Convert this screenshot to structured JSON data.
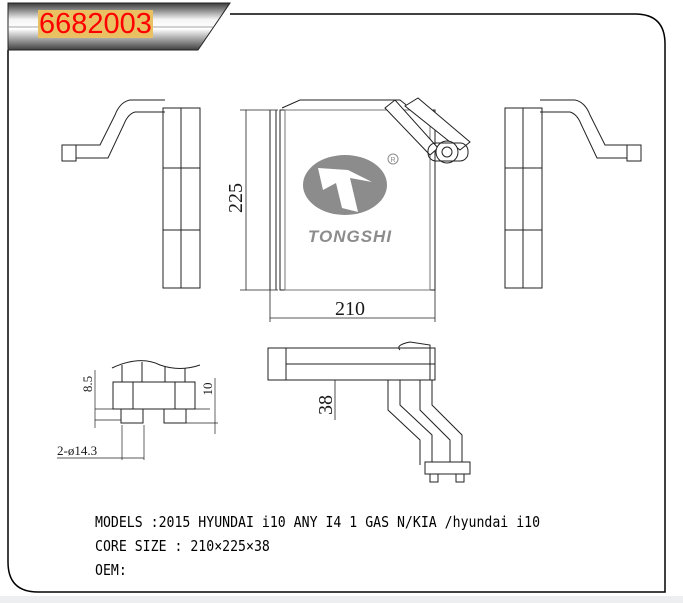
{
  "header": {
    "part_number": "6682003"
  },
  "logo": {
    "brand": "TONGSHI",
    "registered_mark": "R"
  },
  "dimensions": {
    "height": "225",
    "width": "210",
    "depth": "38",
    "flange_offset": "8.5",
    "fitting_offset": "10",
    "fitting_diameter": "2-ø14.3"
  },
  "specs": {
    "models": "MODELS :2015 HYUNDAI i10 ANY I4 1 GAS N/KIA /hyundai i10",
    "core_size": "CORE SIZE : 210×225×38",
    "oem": "OEM:"
  },
  "colors": {
    "part_number_text": "#ff0000",
    "part_number_bg": "#e9c062",
    "logo_gray": "#8c8c8c"
  }
}
